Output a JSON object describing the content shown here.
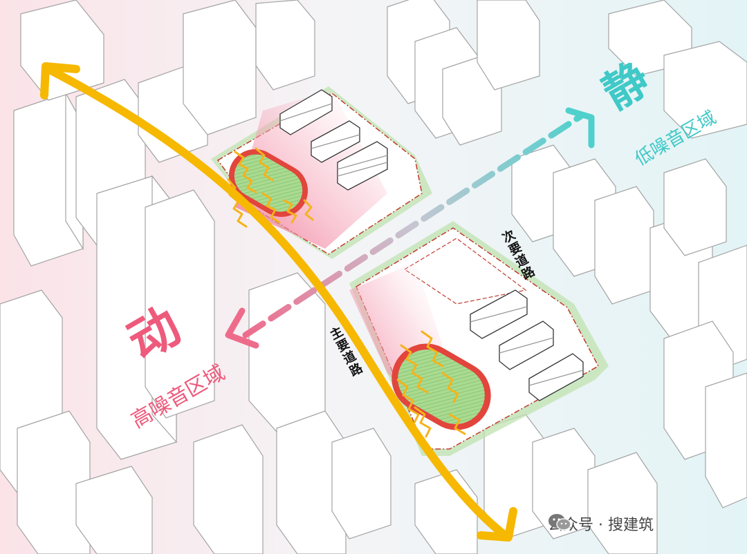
{
  "labels": {
    "dynamic_char": "动",
    "dynamic_desc": "高噪音区域",
    "quiet_char": "静",
    "quiet_desc": "低噪音区域",
    "main_road": "主要道路",
    "secondary_road": "次要道路"
  },
  "watermark": {
    "text": "公众号 · 搜建筑",
    "icon": "wechat-icon"
  },
  "colors": {
    "main_road": "#f6b800",
    "high_noise": "#ee5a7c",
    "low_noise": "#3fc9c7",
    "green_field": "#a8d98f",
    "track": "#e2453c",
    "noise_wave": "#f5b31a",
    "buildings_stroke": "#9a9a9a"
  }
}
